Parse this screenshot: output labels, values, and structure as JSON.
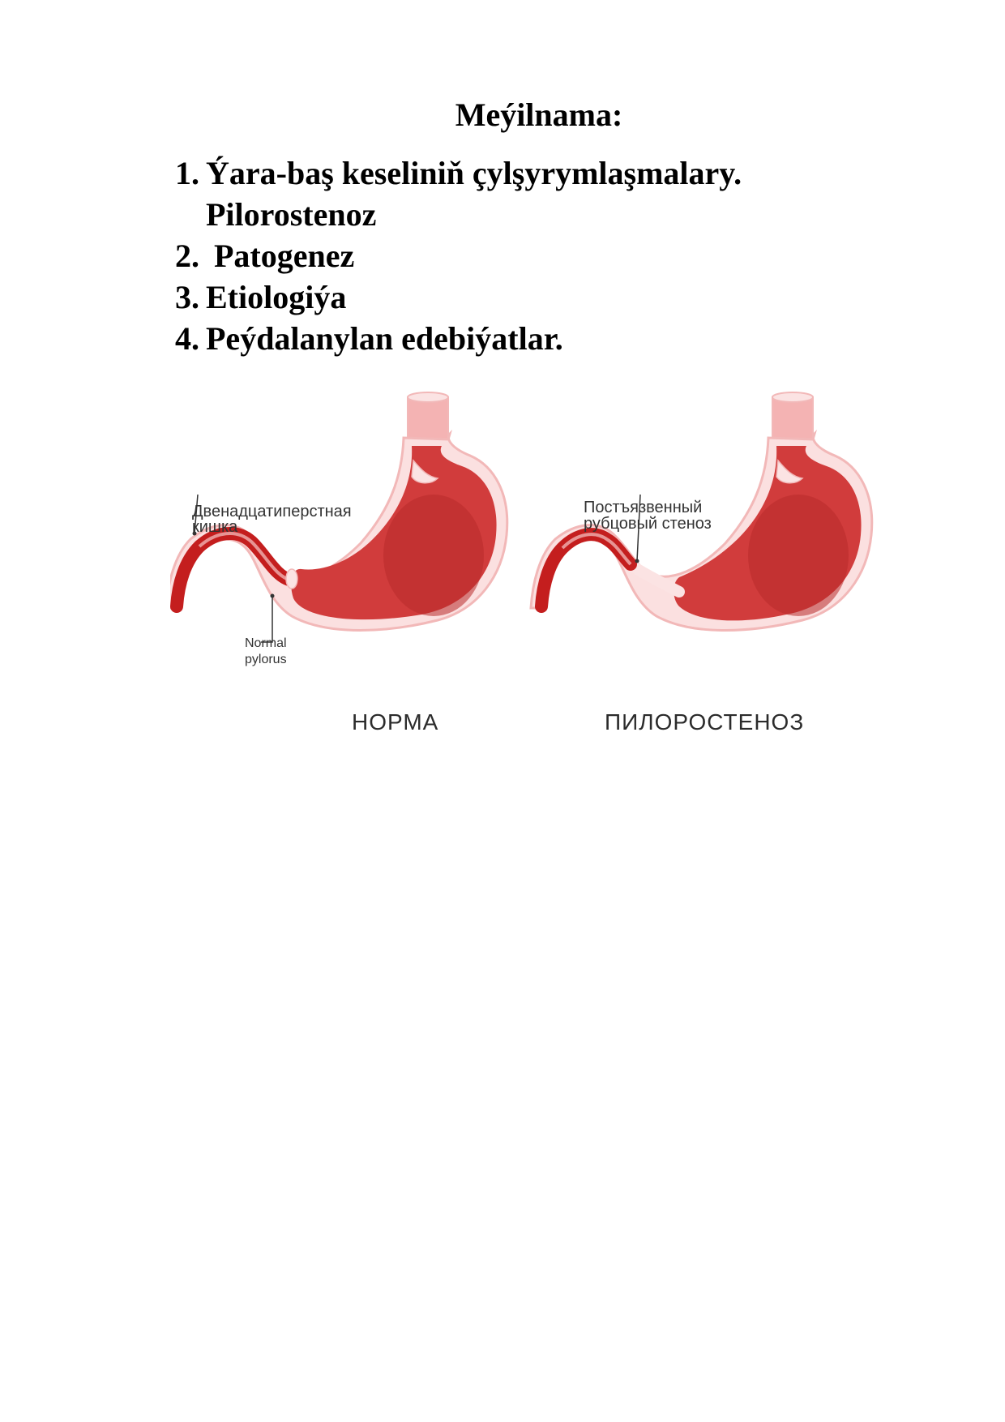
{
  "title": "Meýilnama:",
  "outline": [
    {
      "number": "1.",
      "line1": "Ýara-baş keseliniň çylşyrymlaşmalary.",
      "line2": "Pilorostenoz"
    },
    {
      "number": "2.",
      "line1": "Patogenez"
    },
    {
      "number": "3.",
      "line1": "Etiologiýa"
    },
    {
      "number": "4.",
      "line1": "Peýdalanylan edebiýatlar."
    }
  ],
  "figure": {
    "left_panel": {
      "label_line1": "Двенадцатиперстная",
      "label_line2": "кишка",
      "pylorus_line1": "Normal",
      "pylorus_line2": "pylorus",
      "caption": "НОРМА"
    },
    "right_panel": {
      "label_line1": "Постъязвенный",
      "label_line2": "рубцовый стеноз",
      "caption": "ПИЛОРОСТЕНОЗ"
    },
    "colors": {
      "stomach_wall": "#d13c3c",
      "stomach_dark": "#b82a2a",
      "mucosa_pink": "#f6c6c6",
      "esophagus_pink": "#f4a9a9",
      "outer_outline": "#f2b8b8"
    }
  }
}
